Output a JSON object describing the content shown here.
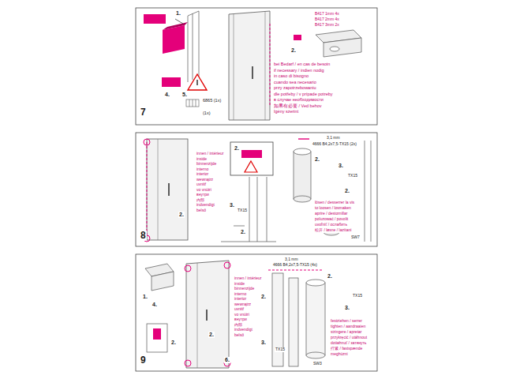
{
  "diagram": {
    "labels": [
      "1.",
      "4.",
      "5.",
      "6865 (1x)",
      "(1x)",
      "7",
      "B417 1mm 4x",
      "B417 2mm 4x",
      "B417 3mm 2x",
      "2.",
      "bei Bedarf / en cas de besoin",
      "if necessary / indien nodig",
      "in caso di bisogno",
      "cuando sea necesario",
      "przy zapotrzebowaniu",
      "dle potřeby / v prípade potreby",
      "в случае необходимости",
      "如果有必要 / Ved behov",
      "Igény szerint",
      "8",
      "innen / intérieur",
      "inside",
      "binnenzijde",
      "interno",
      "interior",
      "wewnątrz",
      "uvnitř",
      "vo vnútri",
      "внутри",
      "内部",
      "indvendigt",
      "belső",
      "2.",
      "2.",
      "3.",
      "TX15",
      "2.",
      "3,1 mm",
      "4666 B4,2x7,5-TX15 (2x)",
      "2.",
      "3.",
      "TX15",
      "2.",
      "lösen / desserrer la vis",
      "to loosen / losmaken",
      "aprire / destornillar",
      "poluzować / povolit",
      "uvoľniť / ослабить",
      "松开 / løsne / lazítani",
      "SW7",
      "9",
      "1.",
      "4.",
      "2.",
      "innen / intérieur",
      "inside",
      "binnenzijde",
      "interno",
      "interior",
      "wewnątrz",
      "uvnitř",
      "vo vnútri",
      "внутри",
      "内部",
      "indvendigt",
      "belső",
      "2.",
      "6.",
      "3,1 mm",
      "4666 B4,2x7,5-TX15 (4x)",
      "2.",
      "3.",
      "TX15",
      "2.",
      "TX15",
      "3.",
      "SW3",
      "festziehen / serrer",
      "tighten / aandraaien",
      "stringere / apretar",
      "przykręcić / utáhnout",
      "dotiahnuť / затянуть",
      "拧紧 / fastspænde",
      "meghúzni"
    ]
  }
}
